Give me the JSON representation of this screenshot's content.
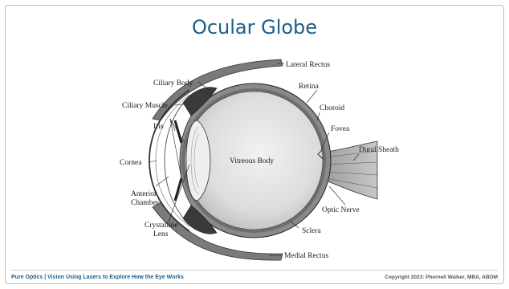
{
  "slide": {
    "title": "Ocular Globe",
    "footer_left": "Pure Optics | Vision Using Lasers to Explore How the Eye Works",
    "footer_right": "Copyright 2023: Phernell Walker, MBA, ABOM"
  },
  "diagram": {
    "labels": {
      "lateral_rectus": "Lateral Rectus",
      "ciliary_body": "Ciliary Body",
      "retina": "Retina",
      "ciliary_muscle": "Ciliary Muscle",
      "choroid": "Choroid",
      "iris": "Iris",
      "fovea": "Fovea",
      "dural_sheath": "Dural Sheath",
      "cornea": "Cornea",
      "vitreous_body": "Vitreous Body",
      "anterior_chamber_1": "Anterior",
      "anterior_chamber_2": "Chamber",
      "optic_nerve": "Optic Nerve",
      "crystalline_lens_1": "Crystalline",
      "crystalline_lens_2": "Lens",
      "sclera": "Sclera",
      "medial_rectus": "Medial Rectus"
    }
  }
}
